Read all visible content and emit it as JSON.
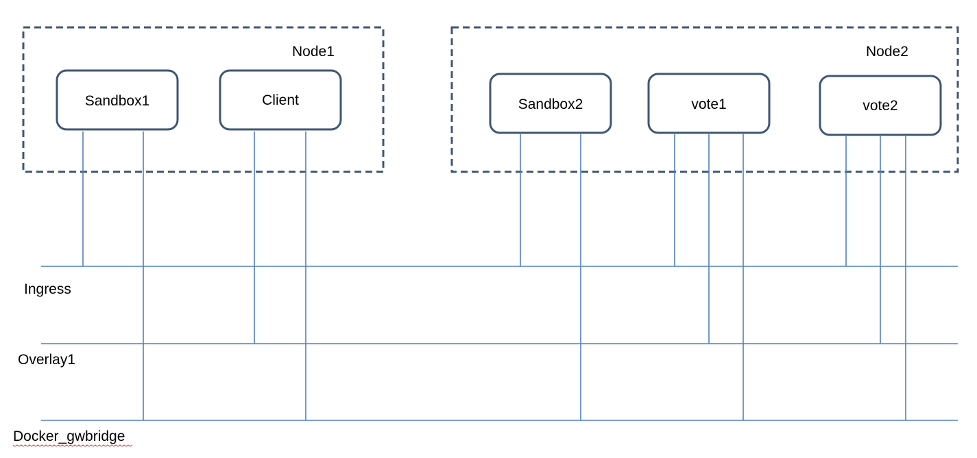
{
  "nodes": [
    {
      "id": "node1",
      "label": "Node1"
    },
    {
      "id": "node2",
      "label": "Node2"
    }
  ],
  "containers": [
    {
      "id": "sandbox1",
      "label": "Sandbox1",
      "node": "node1"
    },
    {
      "id": "client",
      "label": "Client",
      "node": "node1"
    },
    {
      "id": "sandbox2",
      "label": "Sandbox2",
      "node": "node2"
    },
    {
      "id": "vote1",
      "label": "vote1",
      "node": "node2"
    },
    {
      "id": "vote2",
      "label": "vote2",
      "node": "node2"
    }
  ],
  "networks": [
    {
      "id": "ingress",
      "label": "Ingress"
    },
    {
      "id": "overlay1",
      "label": "Overlay1"
    },
    {
      "id": "docker_gwbridge",
      "label": "Docker_gwbridge"
    }
  ],
  "connections": [
    {
      "container": "sandbox1",
      "network": "ingress"
    },
    {
      "container": "sandbox1",
      "network": "docker_gwbridge"
    },
    {
      "container": "client",
      "network": "overlay1"
    },
    {
      "container": "client",
      "network": "docker_gwbridge"
    },
    {
      "container": "sandbox2",
      "network": "ingress"
    },
    {
      "container": "sandbox2",
      "network": "docker_gwbridge"
    },
    {
      "container": "vote1",
      "network": "ingress"
    },
    {
      "container": "vote1",
      "network": "overlay1"
    },
    {
      "container": "vote1",
      "network": "docker_gwbridge"
    },
    {
      "container": "vote2",
      "network": "ingress"
    },
    {
      "container": "vote2",
      "network": "overlay1"
    },
    {
      "container": "vote2",
      "network": "docker_gwbridge"
    }
  ],
  "colors": {
    "box_border": "#3f5673",
    "line": "#4f81bd",
    "spellcheck_underline": "#d43a3a"
  }
}
